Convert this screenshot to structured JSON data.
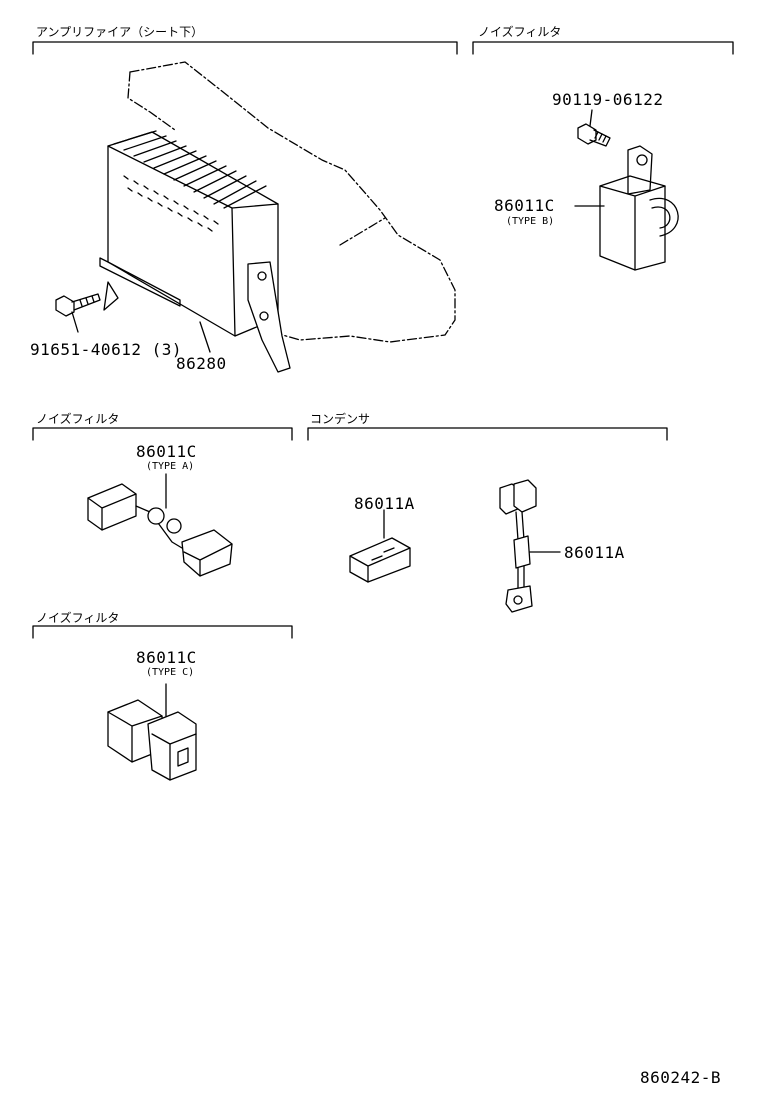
{
  "sections": {
    "amplifier": "アンプリファイア（シート下）",
    "noise_filter_b": "ノイズフィルタ",
    "noise_filter_a": "ノイズフィルタ",
    "condenser": "コンデンサ",
    "noise_filter_c": "ノイズフィルタ"
  },
  "parts": {
    "bolt_91651": "91651-40612 (3)",
    "amplifier_86280": "86280",
    "bolt_90119": "90119-06122",
    "filter_b_pn": "86011C",
    "filter_b_type": "(TYPE B)",
    "filter_a_pn": "86011C",
    "filter_a_type": "(TYPE A)",
    "condenser_1": "86011A",
    "condenser_2": "86011A",
    "filter_c_pn": "86011C",
    "filter_c_type": "(TYPE C)"
  },
  "diagram_id": "860242-B"
}
